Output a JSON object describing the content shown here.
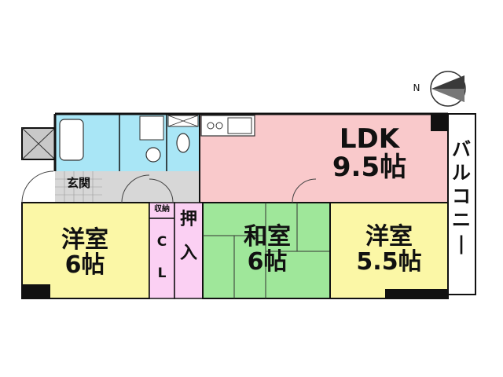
{
  "compass": {
    "north_label": "N"
  },
  "rooms": {
    "ldk": {
      "name": "LDK",
      "size": "9.5帖"
    },
    "western_left": {
      "name": "洋室",
      "size": "6帖"
    },
    "japanese": {
      "name": "和室",
      "size": "6帖"
    },
    "western_right": {
      "name": "洋室",
      "size": "5.5帖"
    },
    "entrance": {
      "name": "玄関"
    },
    "storage": {
      "name": "収納"
    },
    "closet": {
      "c": "C",
      "l": "L"
    },
    "oshiire": {
      "top": "押",
      "bottom": "入"
    },
    "balcony": {
      "name": "バルコニー"
    }
  },
  "colors": {
    "ldk": "#f9c9cb",
    "western": "#fbf7a6",
    "japanese": "#9fe79a",
    "wet_area": "#a9e6f6",
    "hall": "#d7d7d7",
    "closet": "#fbd0f3",
    "wall": "#111111"
  }
}
